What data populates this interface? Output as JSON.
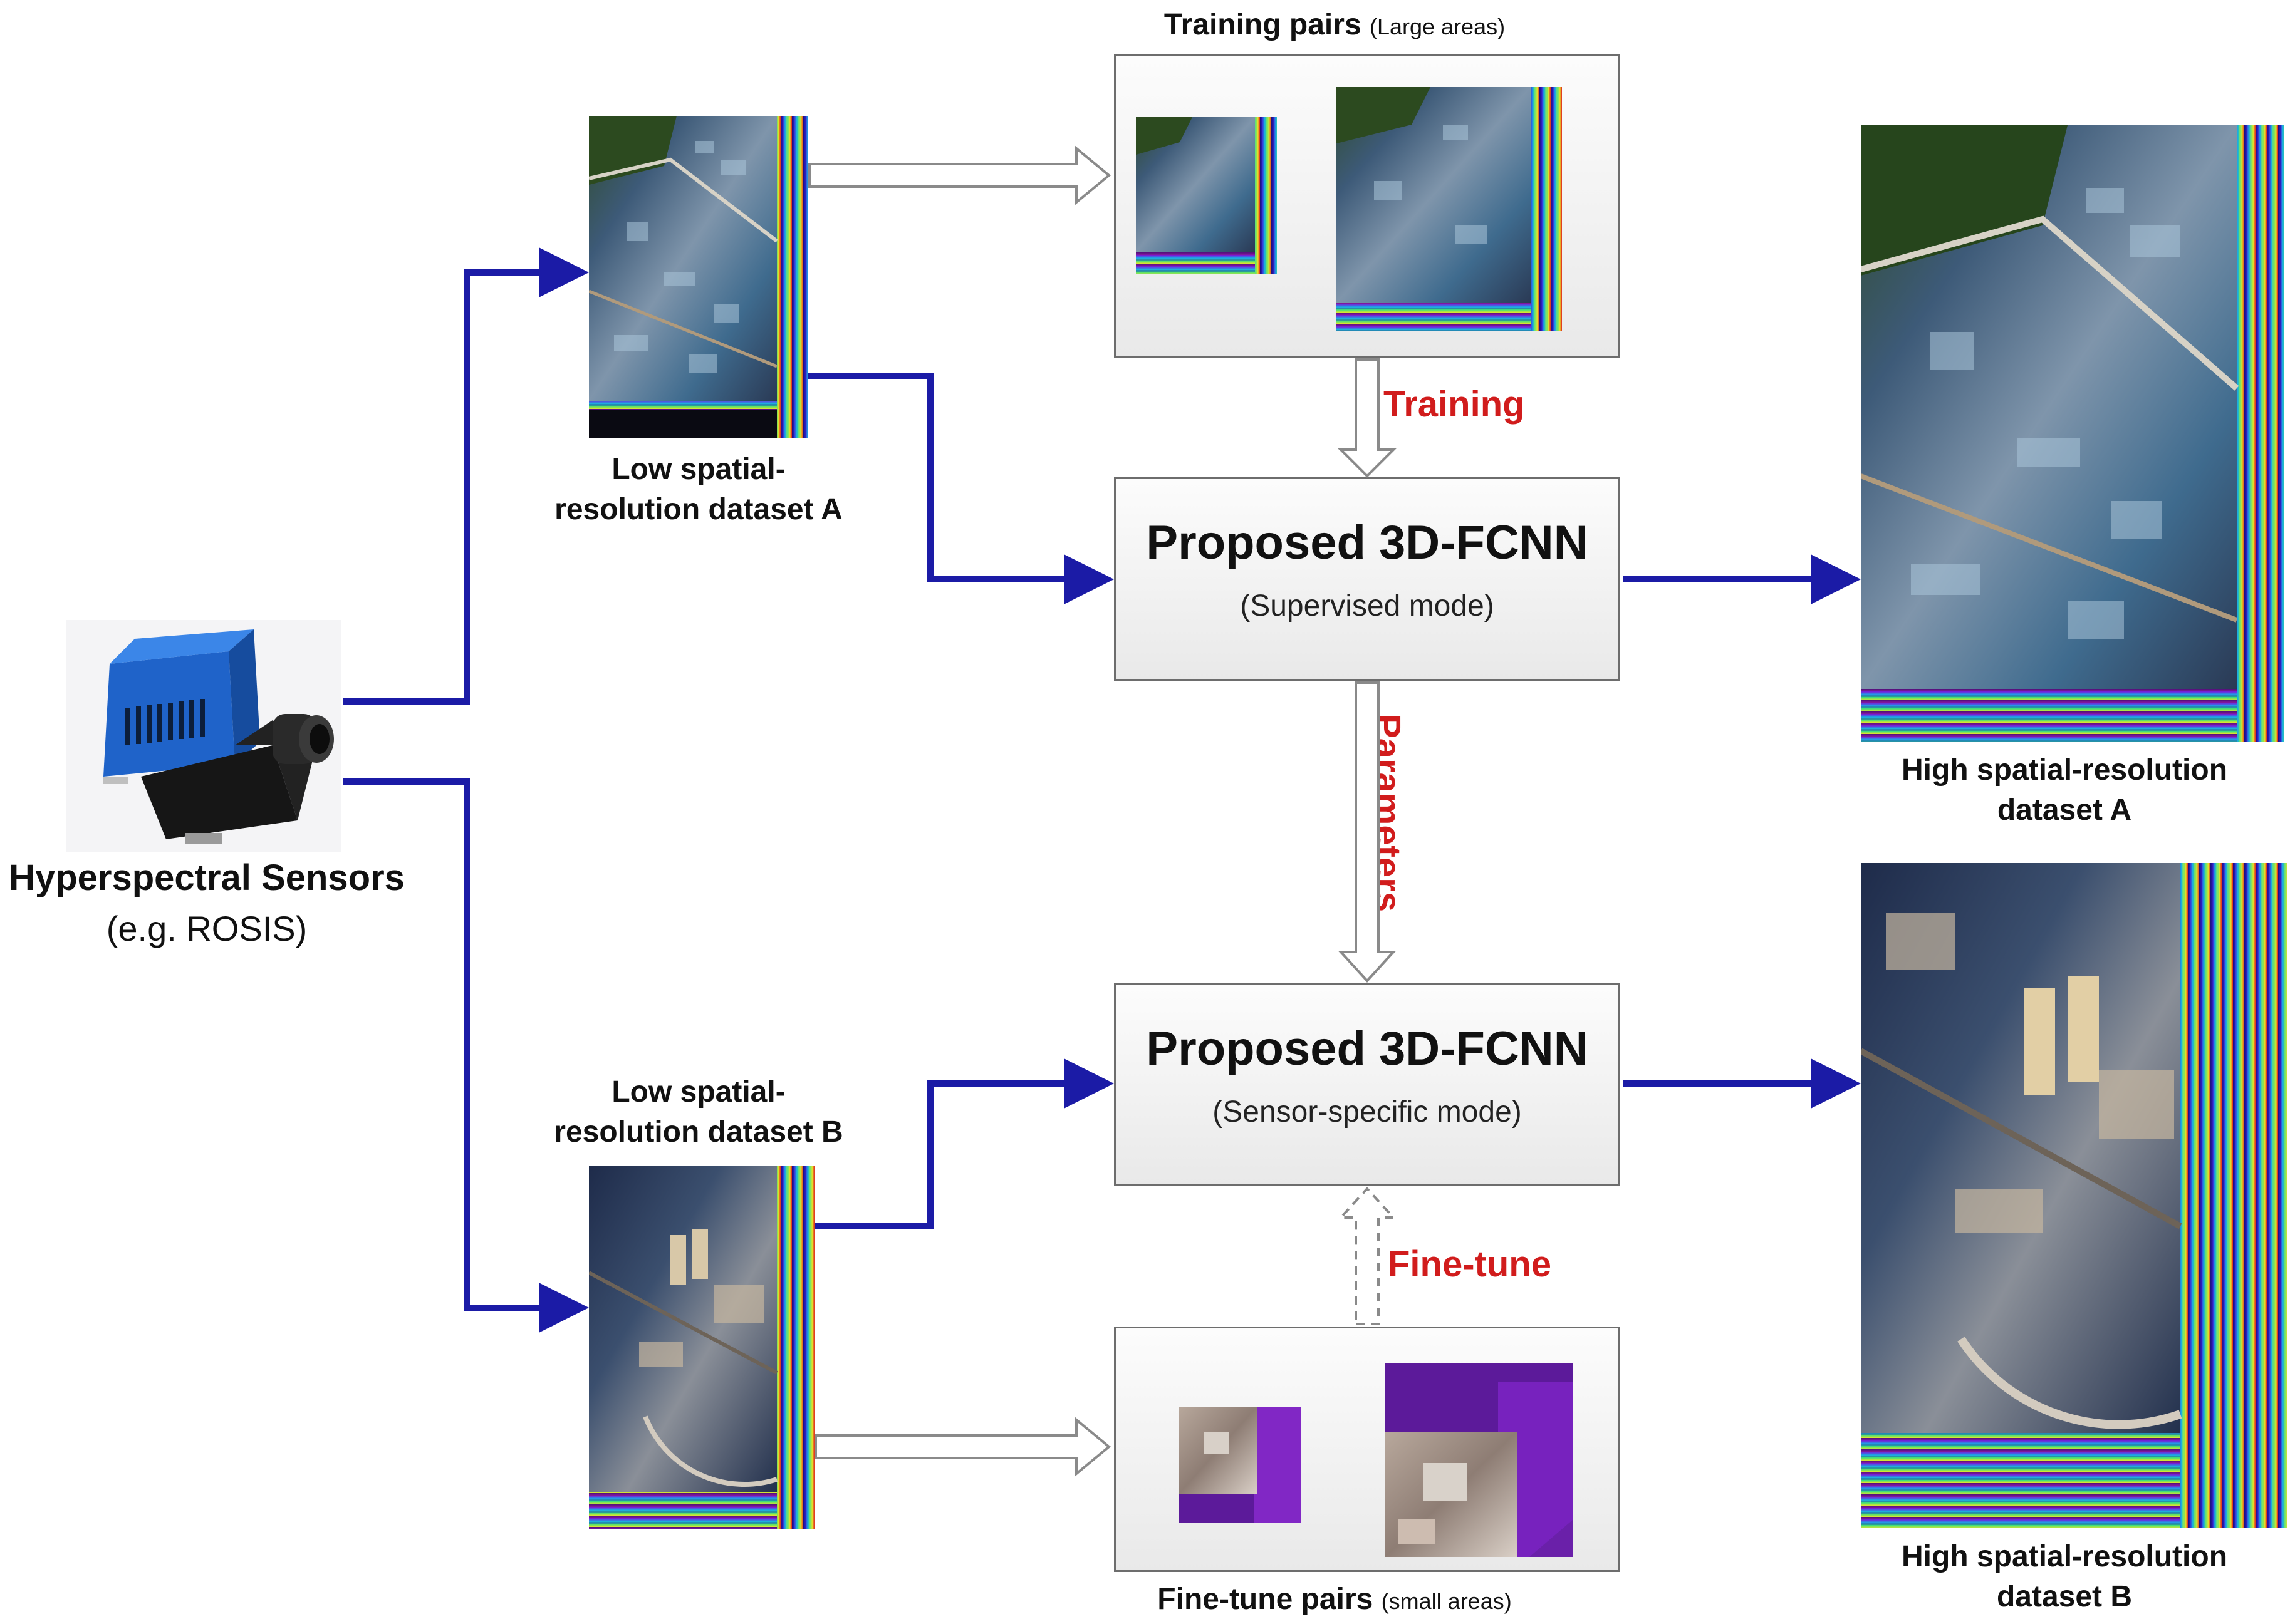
{
  "sensor": {
    "title": "Hyperspectral Sensors",
    "subtitle": "(e.g. ROSIS)"
  },
  "datasets": {
    "low_a": "Low spatial-resolution dataset A",
    "low_b": "Low spatial-resolution dataset B",
    "high_a": "High spatial-resolution dataset A",
    "high_b": "High spatial-resolution dataset B"
  },
  "training_pairs": {
    "label": "Training pairs",
    "note": "(Large areas)"
  },
  "finetune_pairs": {
    "label": "Fine-tune pairs",
    "note": "(small areas)"
  },
  "network_top": {
    "title": "Proposed 3D-FCNN",
    "mode": "(Supervised mode)"
  },
  "network_bottom": {
    "title": "Proposed 3D-FCNN",
    "mode": "(Sensor-specific mode)"
  },
  "flow_labels": {
    "training": "Training",
    "parameters": "Parameters",
    "finetune": "Fine-tune"
  },
  "colors": {
    "connector": "#1b1ba6",
    "flow_label": "#d11c1c",
    "box_border": "#6d6d6d"
  }
}
